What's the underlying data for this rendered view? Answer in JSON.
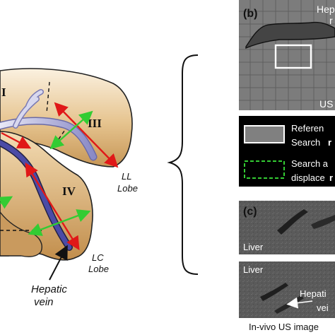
{
  "liver_diagram": {
    "segments": [
      "I",
      "III",
      "IV"
    ],
    "lobe_labels": {
      "ll": {
        "line1": "LL",
        "line2": "Lobe"
      },
      "lc": {
        "line1": "LC",
        "line2": "Lobe"
      }
    },
    "hepatic_vein_label": {
      "line1": "Hepatic",
      "line2": "vein"
    },
    "colors": {
      "lobe_fill_light": "#f8ead2",
      "lobe_fill_dark": "#c89a5b",
      "vein": "#3c3c8c",
      "arrow_red": "#e01818",
      "arrow_green": "#33cc33"
    }
  },
  "panel_b": {
    "tag": "(b)",
    "top_text": "Hep",
    "top_text2": "r",
    "bottom_text": "US",
    "colors": {
      "background": "#7a7a7a",
      "grid": "#5e5e5e",
      "vessel": "#444444",
      "box": "#ffffff"
    }
  },
  "legend": {
    "ref_line1": "Referen",
    "ref_line2_a": "Search ",
    "ref_line2_b": "r",
    "search_line1": "Search a",
    "search_line2_a": "displace",
    "search_line2_b": "r",
    "colors": {
      "background": "#000000",
      "ref_box": "#808080",
      "search_box": "#33cc33"
    }
  },
  "panel_c": {
    "tag": "(c)",
    "liver_label_1": "Liver",
    "liver_label_2": "Liver",
    "hepatic_label": "Hepati",
    "vein_label": "vei",
    "caption": "In-vivo US image"
  }
}
